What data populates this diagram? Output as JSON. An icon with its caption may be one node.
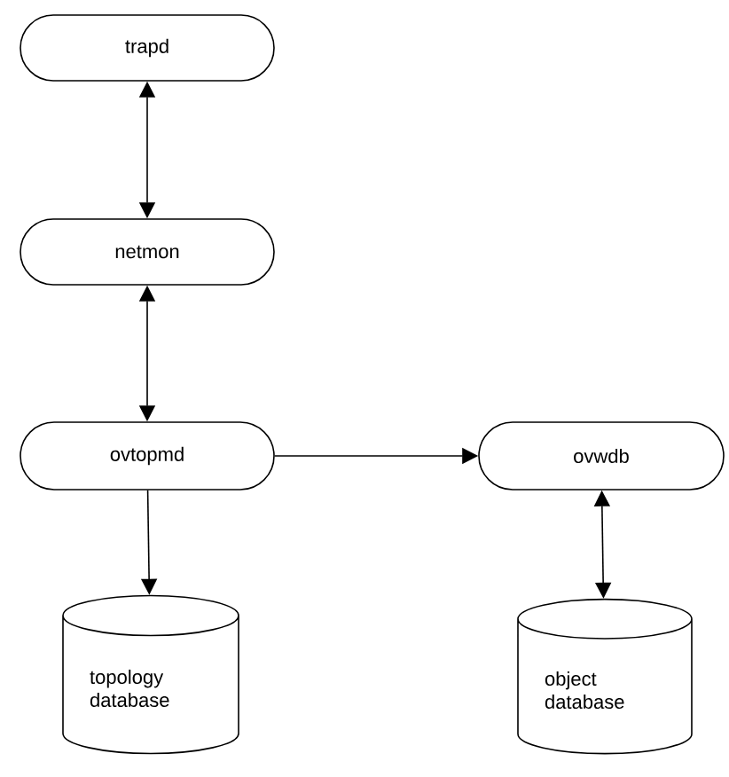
{
  "diagram": {
    "nodes": [
      {
        "text": [
          "trapd"
        ]
      },
      {
        "text": [
          "netmon"
        ]
      },
      {
        "text": [
          "ovtopmd"
        ]
      },
      {
        "text": [
          "ovwdb"
        ]
      },
      {
        "text": [
          "topology database"
        ]
      },
      {
        "text": [
          "object database"
        ]
      }
    ],
    "edges": [
      {
        "from": 0,
        "to": 1,
        "arrow": "both"
      },
      {
        "from": 1,
        "to": 2,
        "arrow": "both"
      },
      {
        "from": 2,
        "to": 3,
        "arrow": "to"
      },
      {
        "from": 2,
        "to": 4,
        "arrow": "to"
      },
      {
        "from": 3,
        "to": 5,
        "arrow": "both"
      }
    ]
  }
}
